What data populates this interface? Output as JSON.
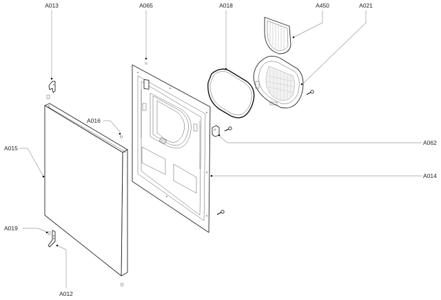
{
  "diagram": {
    "type": "exploded-parts-view",
    "subject": "dryer door assembly",
    "labels": {
      "A013": "A013",
      "A065": "A065",
      "A018": "A018",
      "A450": "A450",
      "A021": "A021",
      "A016": "A016",
      "A015": "A015",
      "A062": "A062",
      "A014": "A014",
      "A019": "A019",
      "A012": "A012"
    }
  }
}
